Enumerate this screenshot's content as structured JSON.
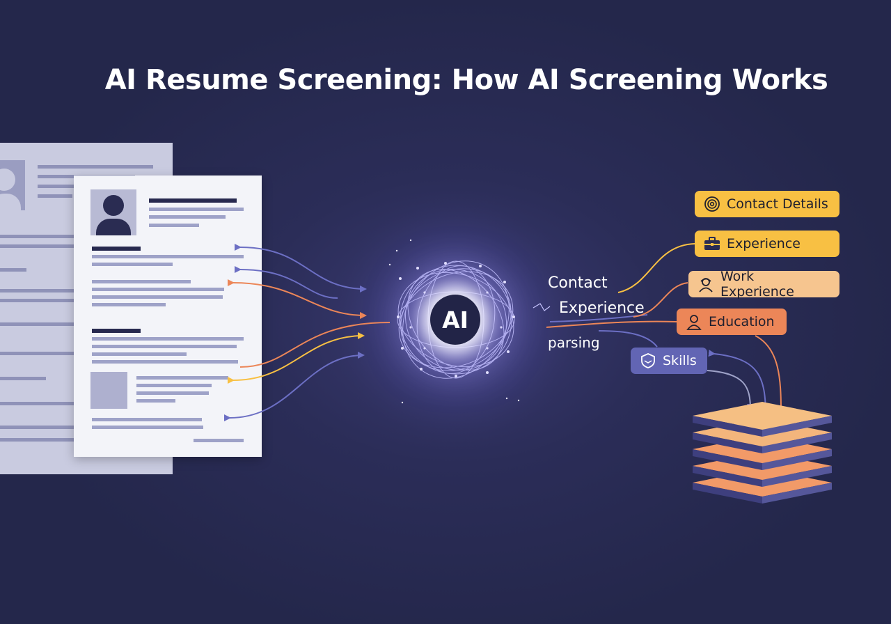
{
  "title": "AI Resume Screening: How AI Screening Works",
  "core_label": "AI",
  "flow_labels": {
    "contact": "Contact",
    "experience": "Experience",
    "parsing": "parsing"
  },
  "tags": [
    {
      "label": "Contact Details",
      "icon": "contact-at-icon",
      "color": "#f8c043"
    },
    {
      "label": "Experience",
      "icon": "briefcase-icon",
      "color": "#f8c043"
    },
    {
      "label": "Work Experience",
      "icon": "worker-icon",
      "color": "#f6c58f"
    },
    {
      "label": "Education",
      "icon": "person-icon",
      "color": "#ec8658"
    },
    {
      "label": "Skills",
      "icon": "shield-icon",
      "color": "#6265b4"
    }
  ],
  "colors": {
    "background": "#272a52",
    "arrow_purple": "#6c6fc4",
    "arrow_orange": "#ec8658",
    "arrow_yellow": "#f8c043",
    "document": "#f3f4f9"
  }
}
